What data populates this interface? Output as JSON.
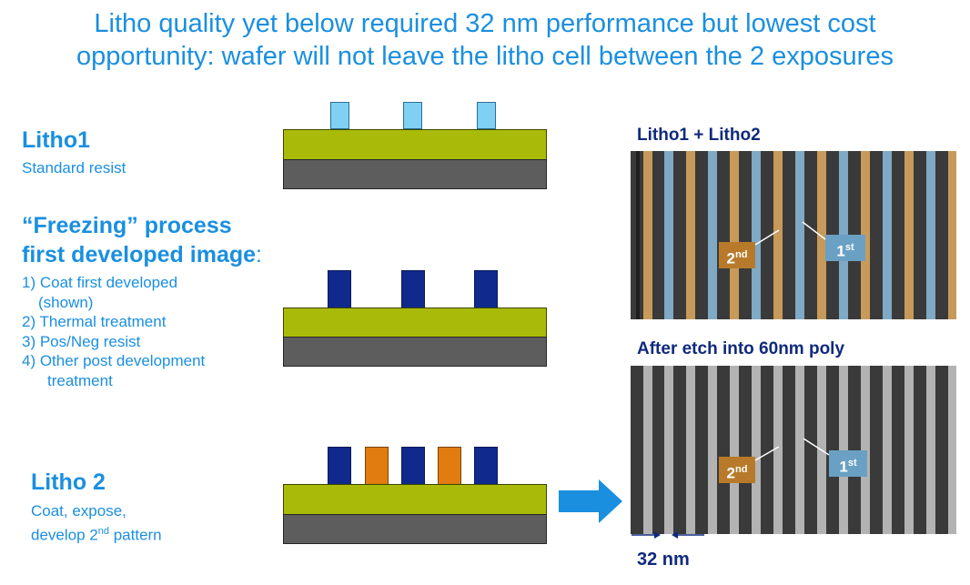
{
  "title": {
    "line1": "Litho quality yet below required 32 nm performance but lowest cost",
    "line2": "opportunity: wafer will not leave the litho cell between the 2 exposures"
  },
  "litho1": {
    "heading": "Litho1",
    "subtitle": "Standard resist"
  },
  "freezing": {
    "heading_line1": "“Freezing” process",
    "heading_line2": "first developed image",
    "heading_colon": ":",
    "steps": [
      "1) Coat first developed",
      "(shown)",
      "2) Thermal treatment",
      "3) Pos/Neg resist",
      "4) Other post development",
      "treatment"
    ]
  },
  "litho2": {
    "heading": "Litho 2",
    "sub_line1": "Coat, expose,",
    "sub_line2_pre": "develop 2",
    "sub_line2_sup": "nd",
    "sub_line2_post": " pattern"
  },
  "sem_top": {
    "heading": "Litho1 + Litho2",
    "tag_second": "2",
    "tag_second_sup": "nd",
    "tag_first": "1",
    "tag_first_sup": "st"
  },
  "sem_bottom": {
    "heading": "After etch into 60nm poly",
    "tag_second": "2",
    "tag_second_sup": "nd",
    "tag_first": "1",
    "tag_first_sup": "st"
  },
  "dimension": "32 nm",
  "colors": {
    "text_blue": "#1a8fe0",
    "navy_heading": "#0f2a7c",
    "green_layer": "#a9bb08",
    "substrate": "#5d5d5d",
    "resist_light": "#7fd0f3",
    "resist_frozen": "#0f2a8c",
    "resist_second": "#e07c10",
    "arrow": "#1a8fe0"
  }
}
